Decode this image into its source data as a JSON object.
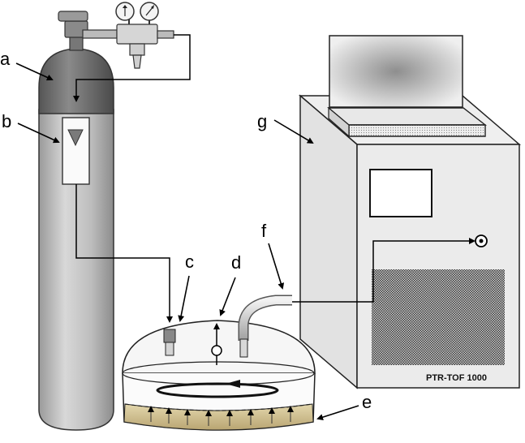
{
  "labels": {
    "a": "a",
    "b": "b",
    "c": "c",
    "d": "d",
    "e": "e",
    "f": "f",
    "g": "g"
  },
  "instrument_name": "PTR-TOF 1000"
}
